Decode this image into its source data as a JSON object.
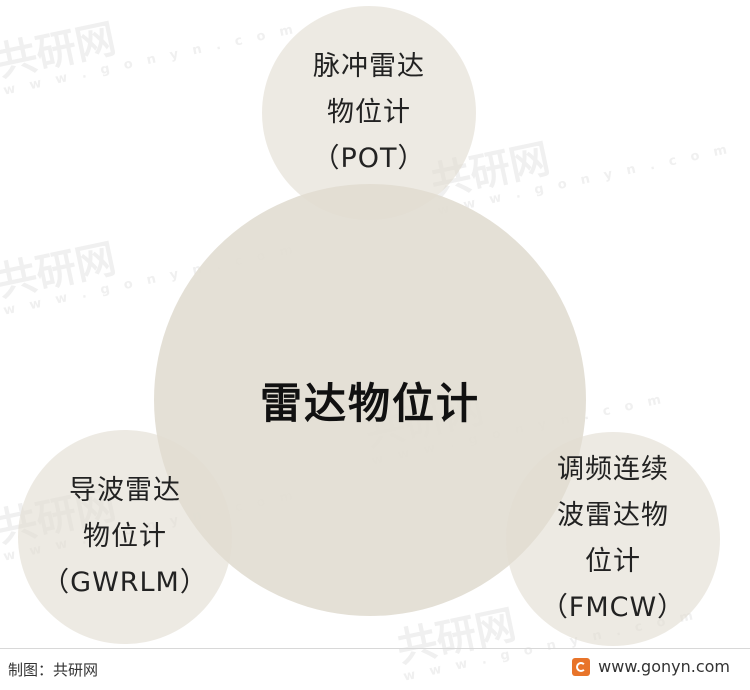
{
  "diagram": {
    "center": {
      "label": "雷达物位计"
    },
    "nodes": [
      {
        "lines": [
          "脉冲雷达",
          "物位计",
          "（POT）"
        ]
      },
      {
        "lines": [
          "导波雷达",
          "物位计",
          "（GWRLM）"
        ]
      },
      {
        "lines": [
          "调频连续",
          "波雷达物",
          "位计",
          "（FMCW）"
        ]
      }
    ]
  },
  "watermark": {
    "text": "共研网",
    "url": "w w w . g o n y n . c o m"
  },
  "footer": {
    "source": "制图：共研网",
    "website": "www.gonyn.com"
  },
  "colors": {
    "circle_fill": "#e2ddd2",
    "text": "#222222"
  }
}
